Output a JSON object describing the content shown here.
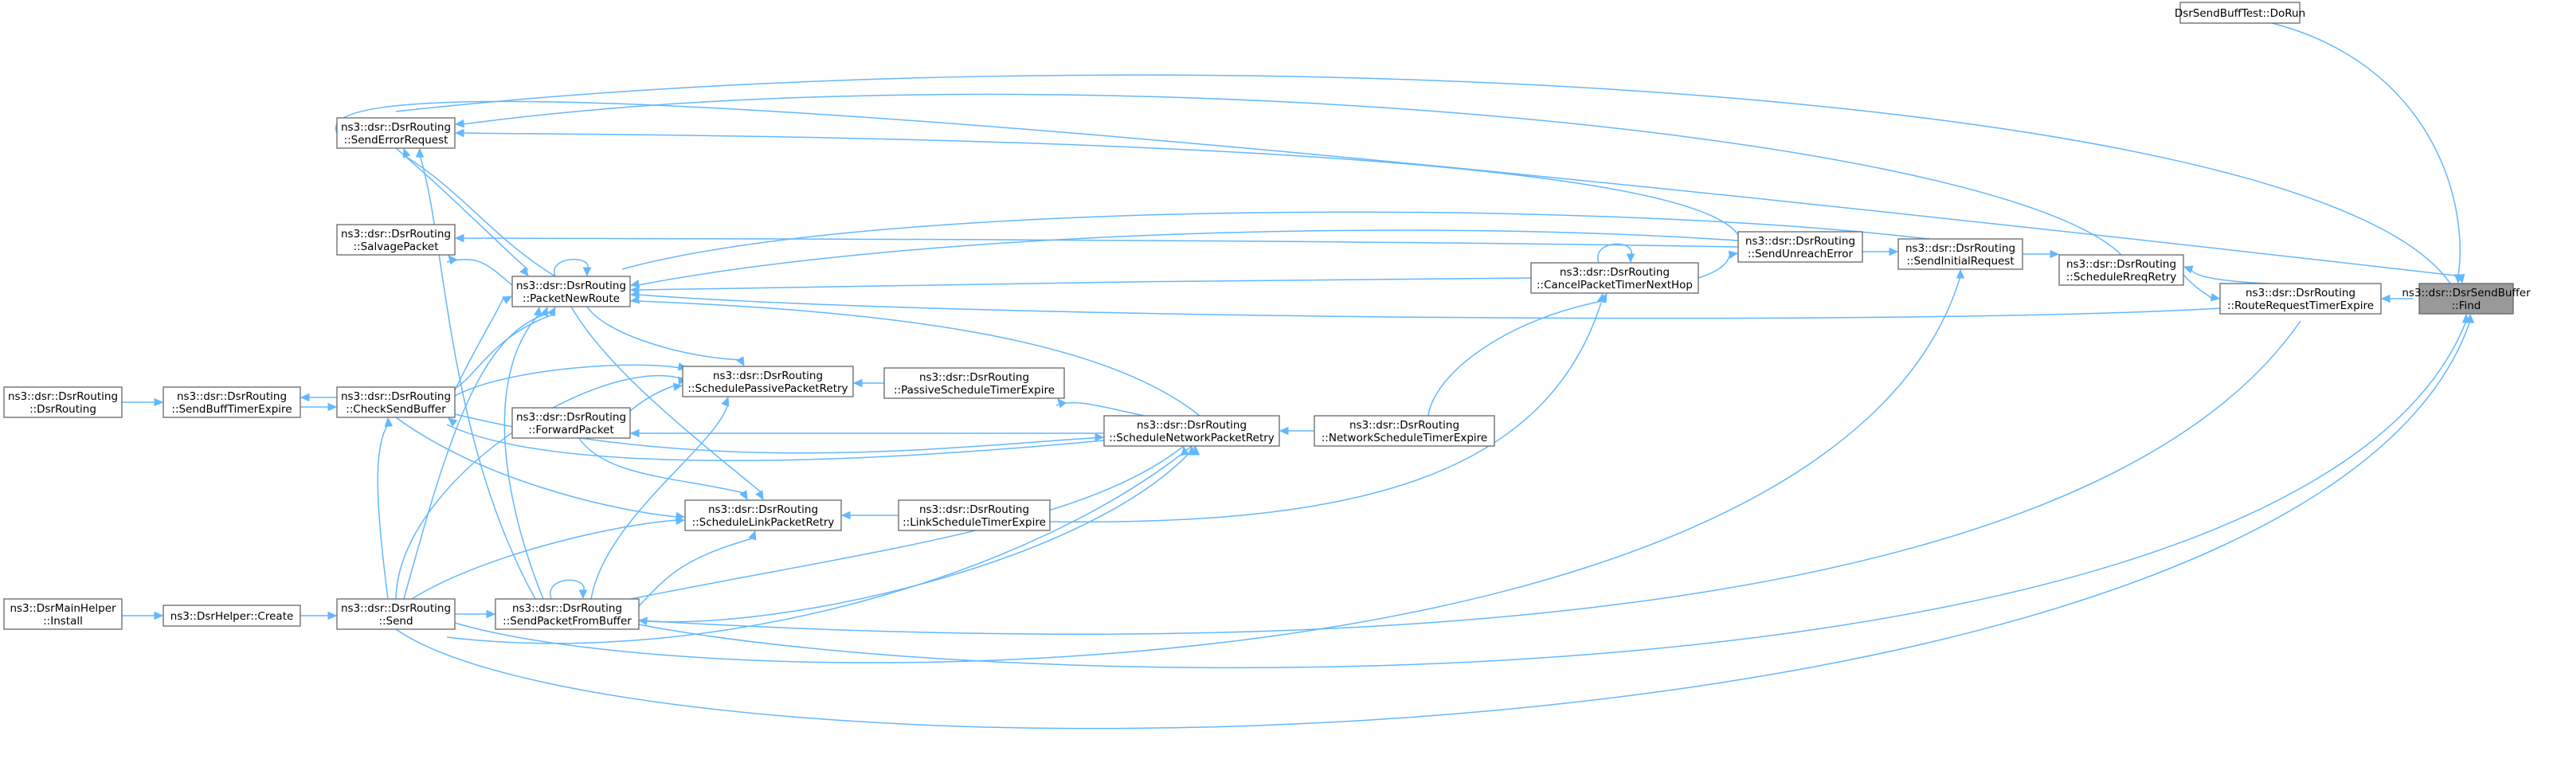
{
  "diagram": {
    "type": "call-graph",
    "colors": {
      "edge": "#63b8ff",
      "node_border": "#666666",
      "root_fill": "#999999",
      "node_fill": "#ffffff"
    },
    "nodes": [
      {
        "id": "find",
        "lines": [
          "ns3::dsr::DsrSendBuffer",
          "::Find"
        ],
        "root": true
      },
      {
        "id": "doRun",
        "lines": [
          "DsrSendBuffTest::DoRun"
        ]
      },
      {
        "id": "rrte",
        "lines": [
          "ns3::dsr::DsrRouting",
          "::RouteRequestTimerExpire"
        ]
      },
      {
        "id": "srr",
        "lines": [
          "ns3::dsr::DsrRouting",
          "::ScheduleRreqRetry"
        ]
      },
      {
        "id": "sir",
        "lines": [
          "ns3::dsr::DsrRouting",
          "::SendInitialRequest"
        ]
      },
      {
        "id": "sue",
        "lines": [
          "ns3::dsr::DsrRouting",
          "::SendUnreachError"
        ]
      },
      {
        "id": "cptnh",
        "lines": [
          "ns3::dsr::DsrRouting",
          "::CancelPacketTimerNextHop"
        ]
      },
      {
        "id": "nste",
        "lines": [
          "ns3::dsr::DsrRouting",
          "::NetworkScheduleTimerExpire"
        ]
      },
      {
        "id": "snpr",
        "lines": [
          "ns3::dsr::DsrRouting",
          "::ScheduleNetworkPacketRetry"
        ]
      },
      {
        "id": "pste",
        "lines": [
          "ns3::dsr::DsrRouting",
          "::PassiveScheduleTimerExpire"
        ]
      },
      {
        "id": "sppr",
        "lines": [
          "ns3::dsr::DsrRouting",
          "::SchedulePassivePacketRetry"
        ]
      },
      {
        "id": "lste",
        "lines": [
          "ns3::dsr::DsrRouting",
          "::LinkScheduleTimerExpire"
        ]
      },
      {
        "id": "slpr",
        "lines": [
          "ns3::dsr::DsrRouting",
          "::ScheduleLinkPacketRetry"
        ]
      },
      {
        "id": "fwd",
        "lines": [
          "ns3::dsr::DsrRouting",
          "::ForwardPacket"
        ]
      },
      {
        "id": "spfb",
        "lines": [
          "ns3::dsr::DsrRouting",
          "::SendPacketFromBuffer"
        ]
      },
      {
        "id": "pnr",
        "lines": [
          "ns3::dsr::DsrRouting",
          "::PacketNewRoute"
        ]
      },
      {
        "id": "salv",
        "lines": [
          "ns3::dsr::DsrRouting",
          "::SalvagePacket"
        ]
      },
      {
        "id": "ser",
        "lines": [
          "ns3::dsr::DsrRouting",
          "::SendErrorRequest"
        ]
      },
      {
        "id": "csb",
        "lines": [
          "ns3::dsr::DsrRouting",
          "::CheckSendBuffer"
        ]
      },
      {
        "id": "send",
        "lines": [
          "ns3::dsr::DsrRouting",
          "::Send"
        ]
      },
      {
        "id": "sbte",
        "lines": [
          "ns3::dsr::DsrRouting",
          "::SendBuffTimerExpire"
        ]
      },
      {
        "id": "dsrR",
        "lines": [
          "ns3::dsr::DsrRouting",
          "::DsrRouting"
        ]
      },
      {
        "id": "create",
        "lines": [
          "ns3::DsrHelper::Create"
        ]
      },
      {
        "id": "install",
        "lines": [
          "ns3::DsrMainHelper",
          "::Install"
        ]
      }
    ]
  }
}
